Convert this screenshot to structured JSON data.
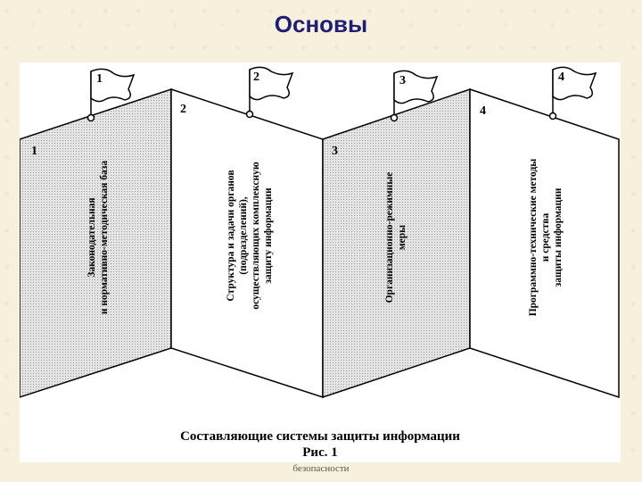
{
  "page": {
    "title": "Основы",
    "footer_note": "безопасности"
  },
  "figure": {
    "panels": [
      {
        "panel_number": "1",
        "flag_number": "1",
        "label": "Законодательная\nи нормативно-методическая база",
        "shaded": true
      },
      {
        "panel_number": "2",
        "flag_number": "2",
        "label": "Структура и задачи органов\n(подразделений),\nосуществляющих комплексную\nзащиту информации",
        "shaded": false
      },
      {
        "panel_number": "3",
        "flag_number": "3",
        "label": "Организационно-режимные\nмеры",
        "shaded": true
      },
      {
        "panel_number": "4",
        "flag_number": "4",
        "label": "Программно-технические методы\nи средства\nзащиты информации",
        "shaded": false
      }
    ],
    "caption": "Составляющие системы защиты информации",
    "figure_label": "Рис. 1"
  },
  "colors": {
    "title": "#1f1f7a",
    "background": "#f7f0dc",
    "shading": "#d6d6d6",
    "line": "#000000"
  }
}
